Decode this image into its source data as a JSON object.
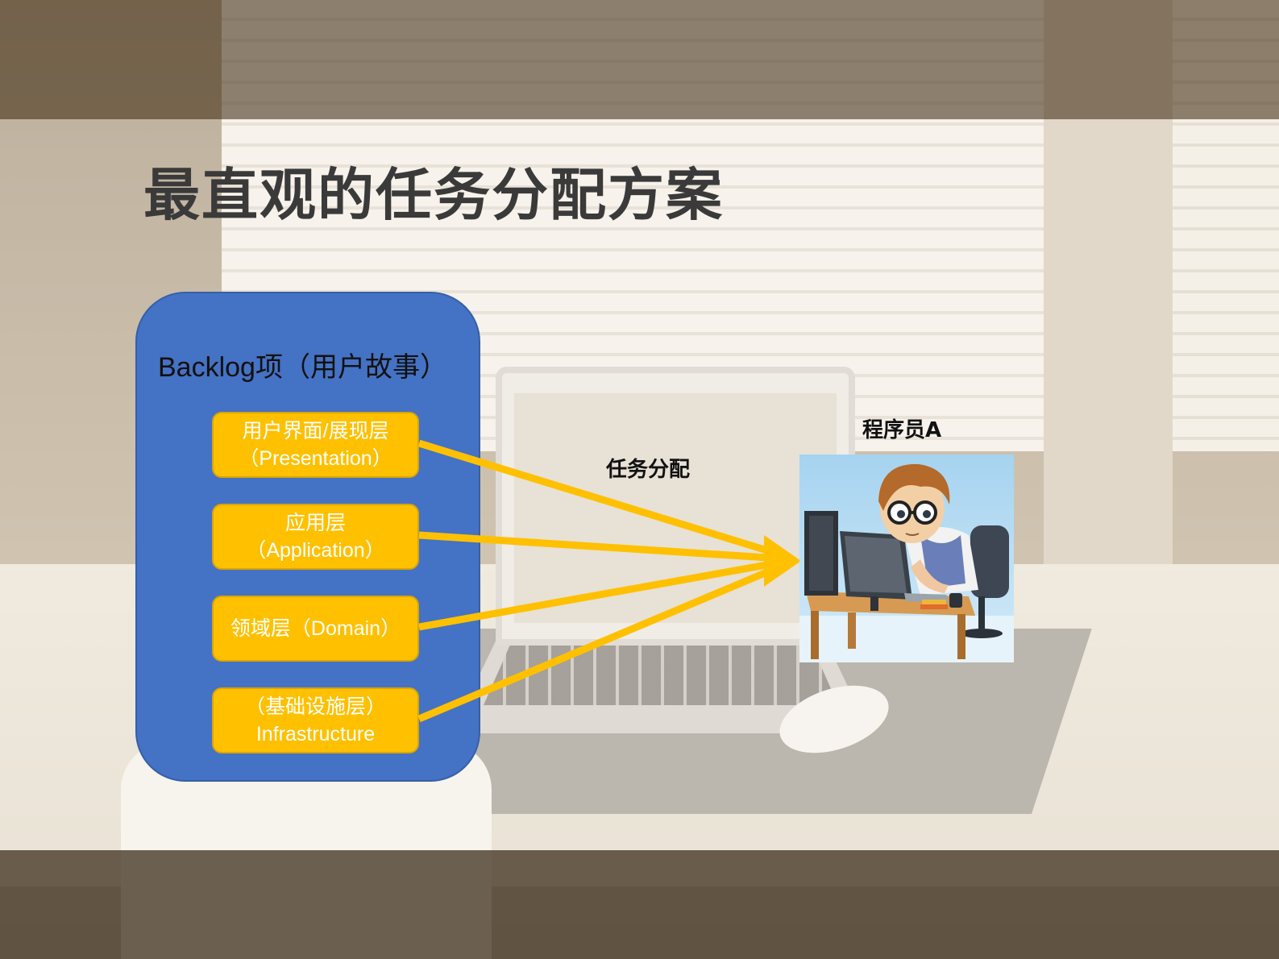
{
  "slide": {
    "title": "最直观的任务分配方案"
  },
  "backlog": {
    "title": "Backlog项（用户故事）",
    "layers": [
      {
        "line1": "用户界面/展现层",
        "line2": "（Presentation）"
      },
      {
        "line1": "应用层",
        "line2": "（Application）"
      },
      {
        "line1": "领域层（Domain）",
        "line2": ""
      },
      {
        "line1": "（基础设施层）",
        "line2": "Infrastructure"
      }
    ]
  },
  "assignment": {
    "label": "任务分配",
    "arrow_color": "#ffc000"
  },
  "programmer": {
    "label": "程序员A",
    "icon": "programmer-illustration"
  },
  "colors": {
    "backlog_fill": "#4472c4",
    "layer_fill": "#ffc000",
    "title_text": "#3a3a3a"
  }
}
